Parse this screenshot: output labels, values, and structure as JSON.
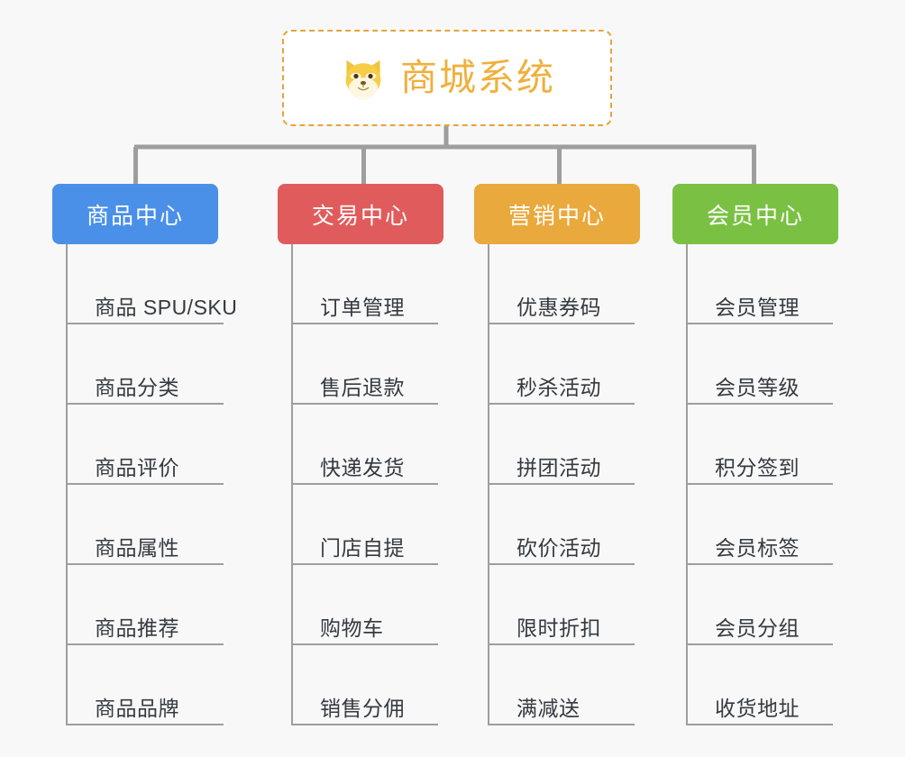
{
  "root": {
    "title": "商城系统",
    "icon": "shiba-dog-icon",
    "border_color": "#e8a33d",
    "text_color": "#efb03c"
  },
  "connector_color": "#9e9e9e",
  "background": "#f8f8f8",
  "columns": [
    {
      "id": "product-center",
      "header": "商品中心",
      "color": "#4a90e8",
      "items": [
        "商品 SPU/SKU",
        "商品分类",
        "商品评价",
        "商品属性",
        "商品推荐",
        "商品品牌"
      ]
    },
    {
      "id": "trade-center",
      "header": "交易中心",
      "color": "#e05c5c",
      "items": [
        "订单管理",
        "售后退款",
        "快递发货",
        "门店自提",
        "购物车",
        "销售分佣"
      ]
    },
    {
      "id": "marketing-center",
      "header": "营销中心",
      "color": "#eaa93c",
      "items": [
        "优惠券码",
        "秒杀活动",
        "拼团活动",
        "砍价活动",
        "限时折扣",
        "满减送"
      ]
    },
    {
      "id": "member-center",
      "header": "会员中心",
      "color": "#7ac143",
      "items": [
        "会员管理",
        "会员等级",
        "积分签到",
        "会员标签",
        "会员分组",
        "收货地址"
      ]
    }
  ]
}
